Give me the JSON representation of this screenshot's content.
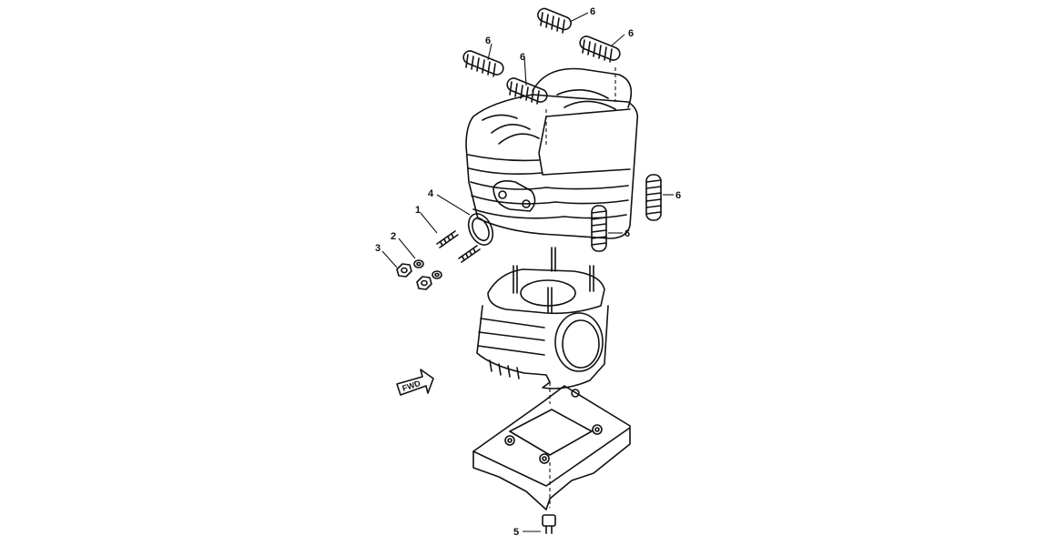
{
  "diagram": {
    "callouts": {
      "c1": "1",
      "c2": "2",
      "c3": "3",
      "c4": "4",
      "c5": "5",
      "c6a": "6",
      "c6b": "6",
      "c6c": "6",
      "c6d": "6",
      "c6e": "6",
      "c6f": "6"
    },
    "fwd_label": "FWD"
  }
}
